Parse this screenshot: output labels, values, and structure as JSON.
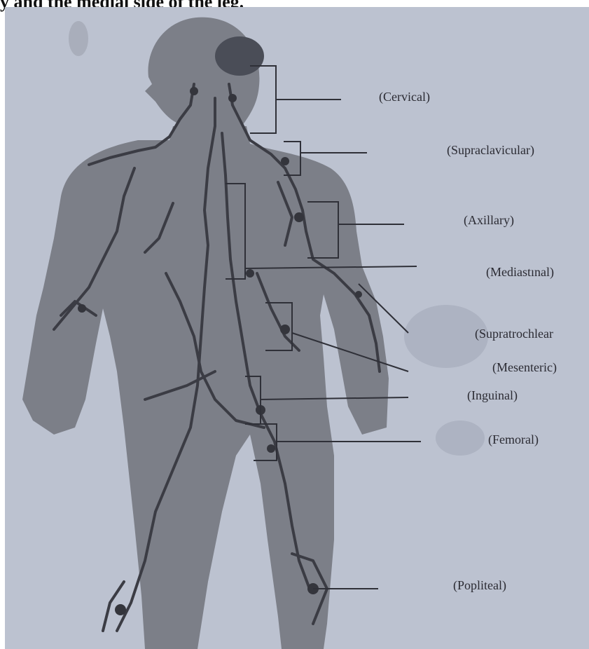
{
  "caption": "y and the medial side of the leg.",
  "labels": [
    {
      "id": "cervical",
      "text": "(Cervical)"
    },
    {
      "id": "supraclavicular",
      "text": "(Supraclavicular)"
    },
    {
      "id": "axillary",
      "text": "(Axillary)"
    },
    {
      "id": "mediastinal",
      "text": "(Mediastınal)"
    },
    {
      "id": "supratrochlear",
      "text": "(Supratrochlear"
    },
    {
      "id": "mesenteric",
      "text": "(Mesenteric)"
    },
    {
      "id": "inguinal",
      "text": "(Inguinal)"
    },
    {
      "id": "femoral",
      "text": "(Femoral)"
    },
    {
      "id": "popliteal",
      "text": "(Popliteal)"
    }
  ],
  "colors": {
    "paper": "#bcc2d0",
    "body": "#7c7f88",
    "vessels": "#3b3c44",
    "lines": "#2f3038"
  }
}
